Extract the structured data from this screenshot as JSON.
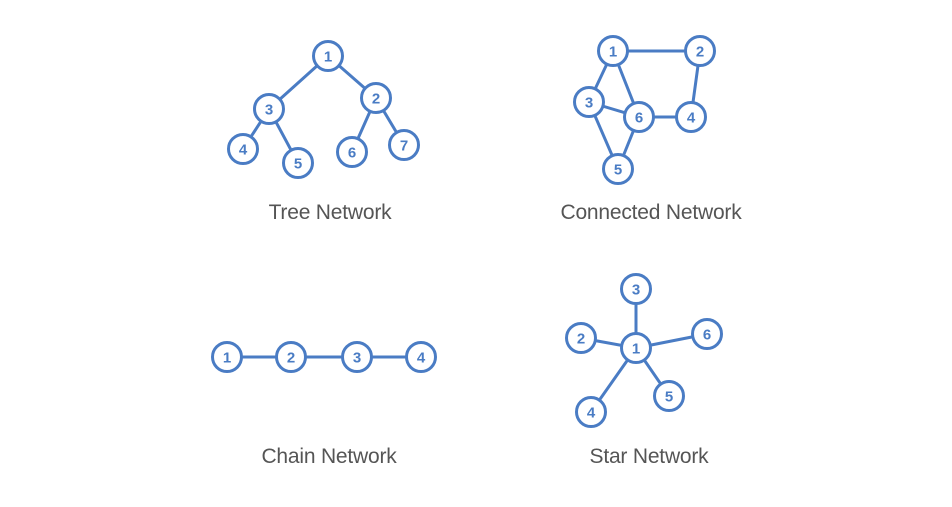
{
  "colors": {
    "accent": "#4a7cc4",
    "caption": "#555555",
    "node_fill": "#ffffff"
  },
  "diagrams": [
    {
      "key": "tree",
      "caption": "Tree Network",
      "nodes": [
        {
          "id": "1",
          "label": "1"
        },
        {
          "id": "3",
          "label": "3"
        },
        {
          "id": "2",
          "label": "2"
        },
        {
          "id": "4",
          "label": "4"
        },
        {
          "id": "5",
          "label": "5"
        },
        {
          "id": "6",
          "label": "6"
        },
        {
          "id": "7",
          "label": "7"
        }
      ],
      "edges": [
        [
          "1",
          "3"
        ],
        [
          "1",
          "2"
        ],
        [
          "3",
          "4"
        ],
        [
          "3",
          "5"
        ],
        [
          "2",
          "6"
        ],
        [
          "2",
          "7"
        ]
      ]
    },
    {
      "key": "connected",
      "caption": "Connected Network",
      "nodes": [
        {
          "id": "1",
          "label": "1"
        },
        {
          "id": "2",
          "label": "2"
        },
        {
          "id": "3",
          "label": "3"
        },
        {
          "id": "6",
          "label": "6"
        },
        {
          "id": "4",
          "label": "4"
        },
        {
          "id": "5",
          "label": "5"
        }
      ],
      "edges": [
        [
          "1",
          "2"
        ],
        [
          "1",
          "3"
        ],
        [
          "1",
          "6"
        ],
        [
          "2",
          "4"
        ],
        [
          "3",
          "6"
        ],
        [
          "6",
          "4"
        ],
        [
          "3",
          "5"
        ],
        [
          "6",
          "5"
        ]
      ]
    },
    {
      "key": "chain",
      "caption": "Chain Network",
      "nodes": [
        {
          "id": "1",
          "label": "1"
        },
        {
          "id": "2",
          "label": "2"
        },
        {
          "id": "3",
          "label": "3"
        },
        {
          "id": "4",
          "label": "4"
        }
      ],
      "edges": [
        [
          "1",
          "2"
        ],
        [
          "2",
          "3"
        ],
        [
          "3",
          "4"
        ]
      ]
    },
    {
      "key": "star",
      "caption": "Star Network",
      "nodes": [
        {
          "id": "1",
          "label": "1"
        },
        {
          "id": "3",
          "label": "3"
        },
        {
          "id": "2",
          "label": "2"
        },
        {
          "id": "6",
          "label": "6"
        },
        {
          "id": "5",
          "label": "5"
        },
        {
          "id": "4",
          "label": "4"
        }
      ],
      "edges": [
        [
          "1",
          "3"
        ],
        [
          "1",
          "2"
        ],
        [
          "1",
          "6"
        ],
        [
          "1",
          "5"
        ],
        [
          "1",
          "4"
        ]
      ]
    }
  ]
}
